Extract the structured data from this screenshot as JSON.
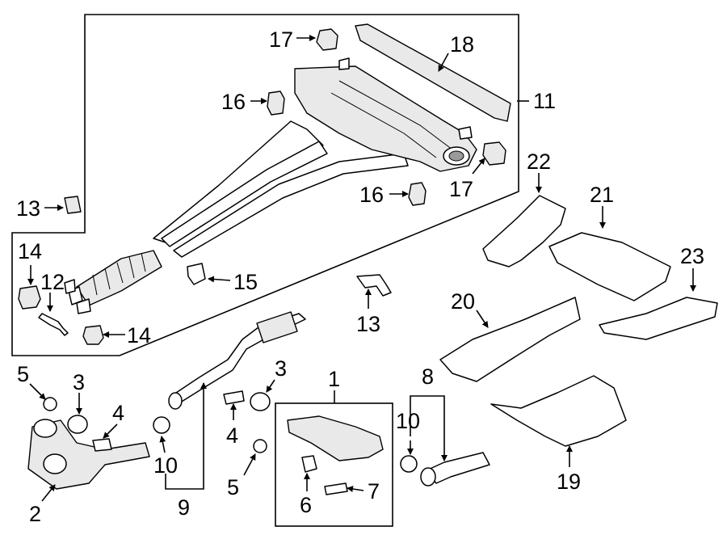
{
  "callouts": {
    "c1": "1",
    "c2": "2",
    "c3a": "3",
    "c3b": "3",
    "c4a": "4",
    "c4b": "4",
    "c5a": "5",
    "c5b": "5",
    "c6": "6",
    "c7": "7",
    "c8": "8",
    "c9": "9",
    "c10a": "10",
    "c10b": "10",
    "c11": "11",
    "c12": "12",
    "c13a": "13",
    "c13b": "13",
    "c14a": "14",
    "c14b": "14",
    "c15": "15",
    "c16a": "16",
    "c16b": "16",
    "c17a": "17",
    "c17b": "17",
    "c18": "18",
    "c19": "19",
    "c20": "20",
    "c21": "21",
    "c22": "22",
    "c23": "23"
  },
  "colors": {
    "line": "#000000",
    "background": "#ffffff",
    "fill_light": "#e9e9e9",
    "fill_dark": "#9a9a9a"
  }
}
